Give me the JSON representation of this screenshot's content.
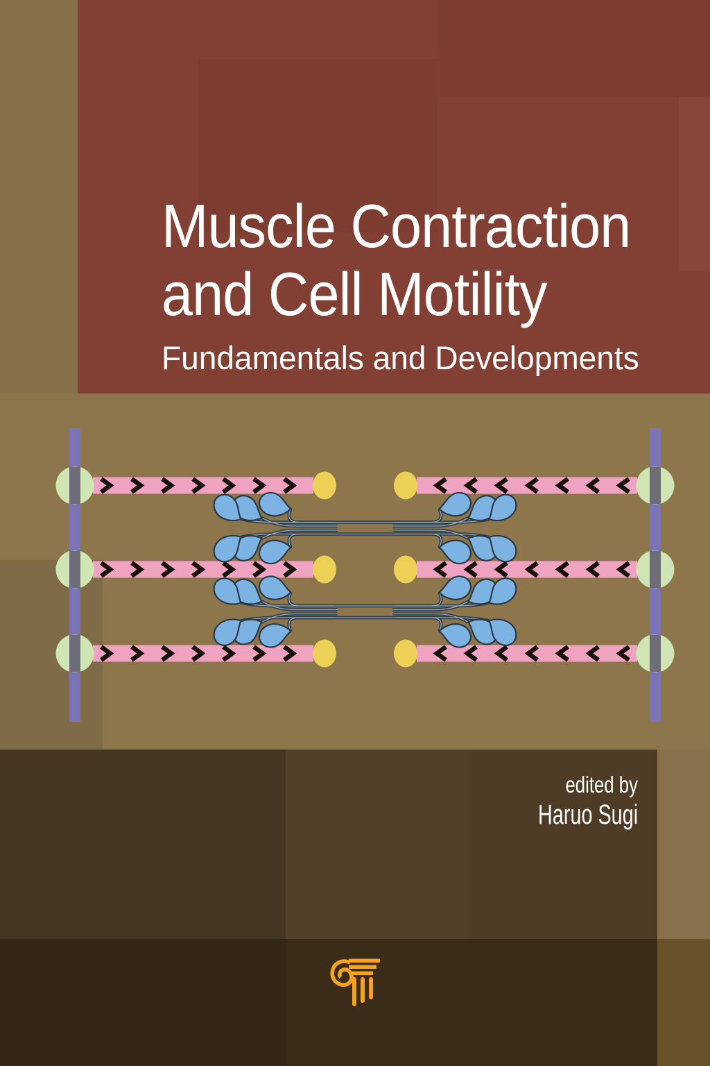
{
  "cover": {
    "title_line1": "Muscle Contraction",
    "title_line2": "and Cell Motility",
    "subtitle": "Fundamentals and Developments",
    "edited_by_label": "edited by",
    "editor_name": "Haruo Sugi"
  },
  "colors": {
    "background_tan": "#8d764c",
    "background_tan_dark": "#7f6b47",
    "title_panel_maroon": "#823f33",
    "title_panel_maroon_dark": "#7c3c30",
    "title_panel_maroon_light": "#88453a",
    "title_text": "#ffffff",
    "bottom_panel_brown": "#4b3a26",
    "bottom_panel_brown_dark": "#3b2c19",
    "bottom_right_strip": "#675229",
    "actin_pink": "#f0a2c1",
    "actin_chevron_black": "#17110c",
    "actin_cap_yellow": "#edd156",
    "z_line_purple": "#7b74b6",
    "z_node_green": "#cfe5b3",
    "z_node_gray": "#6f6c79",
    "myosin_head_blue": "#7db3e2",
    "myosin_line_dark": "#2b3947",
    "myosin_line_light": "#9db0bd",
    "publisher_logo_orange": "#f6a21d"
  },
  "diagram": {
    "type": "sarcomere-cross-bridge-diagram",
    "actin_rows": 3,
    "myosin_filaments": 2,
    "myosin_heads_per_filament": 12,
    "z_lines": 2,
    "z_nodes_per_line": 3,
    "actin_arrow_direction_left_side": "right",
    "actin_arrow_direction_right_side": "left"
  },
  "logo": {
    "name": "column-capital-logo"
  }
}
